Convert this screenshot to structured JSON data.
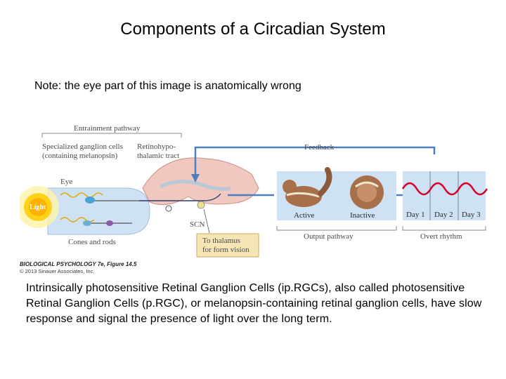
{
  "title": "Components of a Circadian System",
  "note": "Note: the eye part of this image is anatomically wrong",
  "figure": {
    "entrainment_pathway": "Entrainment pathway",
    "specialized_line1": "Specialized ganglion cells",
    "specialized_line2": "(containing melanopsin)",
    "retino_line1": "Retinohypo-",
    "retino_line2": "thalamic tract",
    "feedback": "Feedback",
    "eye": "Eye",
    "light": "Light",
    "scn": "SCN",
    "cones_rods": "Cones and rods",
    "thalamus_line1": "To thalamus",
    "thalamus_line2": "for form vision",
    "active": "Active",
    "inactive": "Inactive",
    "day1": "Day 1",
    "day2": "Day 2",
    "day3": "Day 3",
    "output_pathway": "Output pathway",
    "overt_rhythm": "Overt rhythm",
    "credit_line1": "BIOLOGICAL PSYCHOLOGY 7e, Figure 14.5",
    "credit_line2": "© 2013 Sinauer Associates, Inc.",
    "colors": {
      "feedback_arrow": "#4a7fc0",
      "rhythm_wave": "#d6002a",
      "panel_fill": "#cfe2f3",
      "brain_fill": "#f0c8c0",
      "thalamus_box": "#f7e6b5"
    }
  },
  "body_text": "Intrinsically photosensitive Retinal Ganglion Cells (ip.RGCs), also called photosensitive Retinal Ganglion Cells (p.RGC),  or melanopsin-containing retinal ganglion cells,  have slow response  and signal the presence of light over the long term."
}
